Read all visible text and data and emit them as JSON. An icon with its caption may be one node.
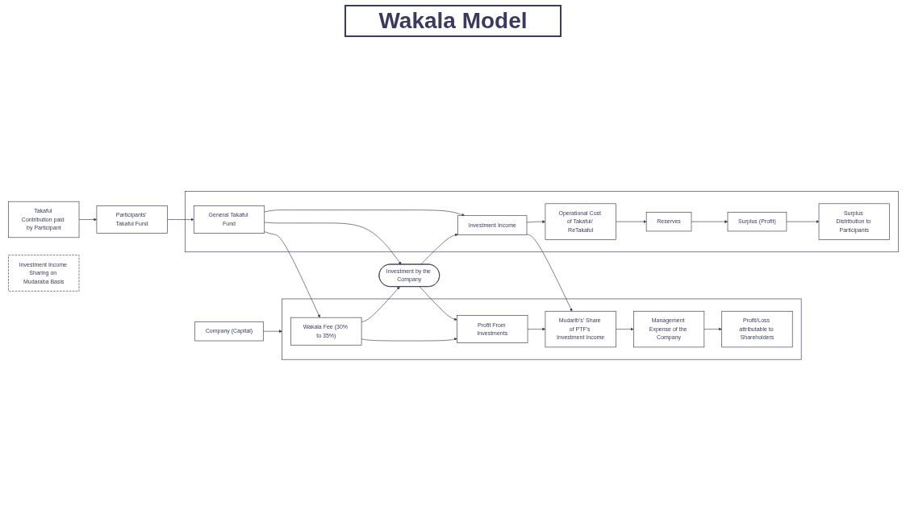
{
  "diagram": {
    "title": "Wakala Model",
    "nodes": [
      {
        "text": [
          "Company (Capital)"
        ]
      },
      {
        "text": [],
        "shape": "box"
      },
      {
        "text": [
          "Wakala Fee (30% to 35%)"
        ],
        "in": 1
      },
      {
        "text": [
          "Profit From Investments"
        ],
        "in": 1
      },
      {
        "text": [
          "Mudarib's' Share of PTF's Investment Income"
        ],
        "in": 1
      },
      {
        "text": [
          "Management Expense of the Company"
        ],
        "in": 1
      },
      {
        "text": [
          "Profit/Loss attributable to Shareholders"
        ],
        "in": 1
      },
      {
        "text": [
          "Takaful Contribution paid by Participant"
        ]
      },
      {
        "text": [
          "Investment by the Company"
        ]
      },
      {
        "text": [
          "Investment Income Sharing on Mudaraba Basis"
        ]
      },
      {
        "text": [
          "Participants' Takaful Fund"
        ]
      },
      {
        "text": [],
        "shape": "box"
      },
      {
        "text": [
          "General Takaful Fund"
        ],
        "in": 11
      },
      {
        "text": [
          "Investment Income"
        ],
        "in": 11
      },
      {
        "text": [
          "Operational Cost of Takaful/ ReTakaful"
        ],
        "in": 11
      },
      {
        "text": [
          "Reserves"
        ],
        "in": 11
      },
      {
        "text": [
          "Surplus (Profit)"
        ],
        "in": 11
      },
      {
        "text": [
          "Surplus Distribution to Participants"
        ],
        "in": 11
      }
    ],
    "edges": [
      {
        "from": 0,
        "to": 1,
        "arrow": "to"
      },
      {
        "from": 2,
        "to": 3,
        "arrow": "to"
      },
      {
        "from": 3,
        "to": 4,
        "arrow": "to"
      },
      {
        "from": 4,
        "to": 5,
        "arrow": "to"
      },
      {
        "from": 5,
        "to": 6,
        "arrow": "to"
      },
      {
        "from": 12,
        "to": 2,
        "arrow": "to"
      },
      {
        "from": 2,
        "to": 8,
        "arrow": "to"
      },
      {
        "from": 8,
        "to": 3,
        "arrow": "to"
      },
      {
        "from": 12,
        "to": 8,
        "arrow": "to"
      },
      {
        "from": 8,
        "to": 13,
        "arrow": "to"
      },
      {
        "from": 13,
        "to": 4,
        "arrow": "to"
      },
      {
        "from": 7,
        "to": 10,
        "arrow": "to"
      },
      {
        "from": 10,
        "to": 12,
        "arrow": "to"
      },
      {
        "from": 12,
        "to": 13,
        "arrow": "to"
      },
      {
        "from": 13,
        "to": 14,
        "arrow": "to"
      },
      {
        "from": 14,
        "to": 15,
        "arrow": "to"
      },
      {
        "from": 15,
        "to": 16,
        "arrow": "to"
      },
      {
        "from": 16,
        "to": 17,
        "arrow": "to"
      }
    ]
  }
}
